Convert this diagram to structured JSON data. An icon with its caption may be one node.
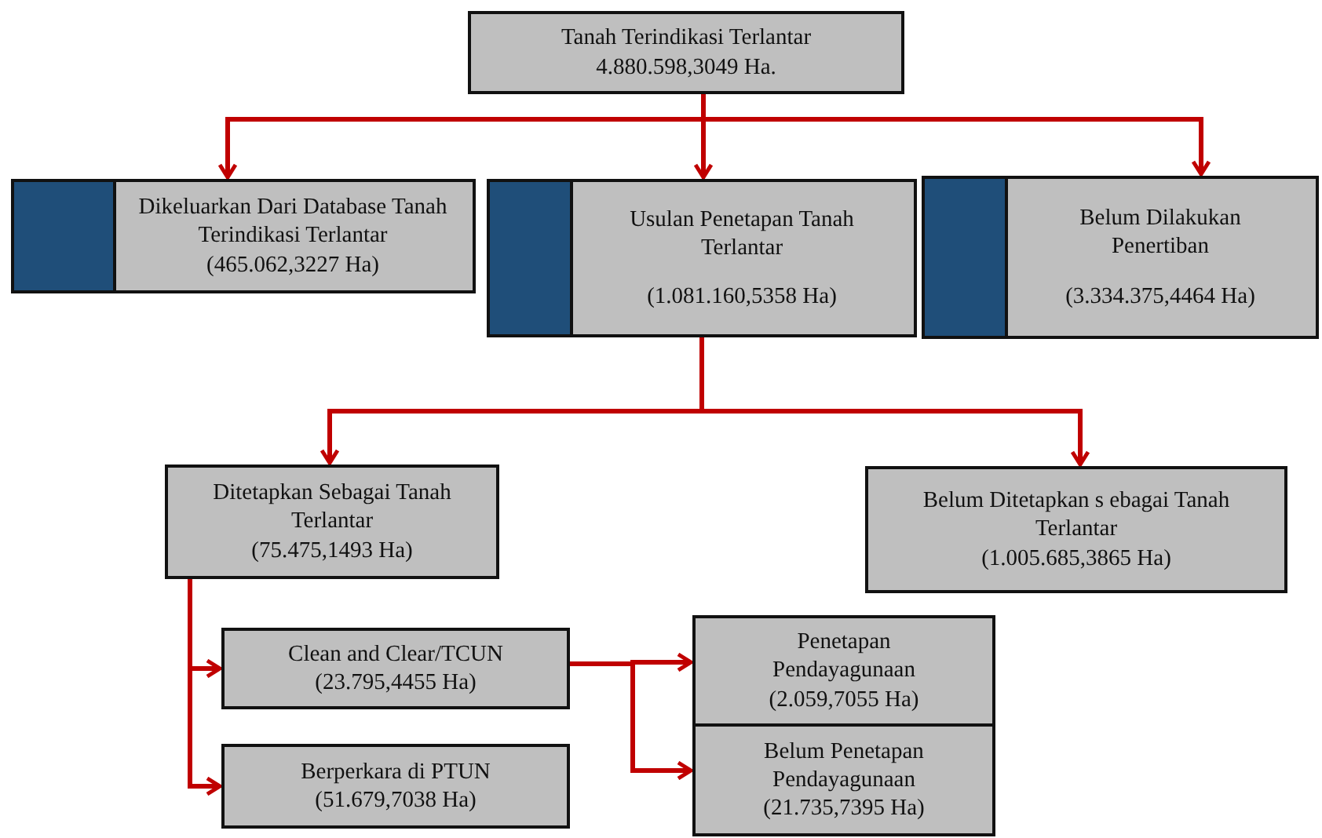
{
  "diagram": {
    "nodes": [
      {
        "text": [
          "Tanah Terindikasi Terlantar",
          "4.880.598,3049 Ha."
        ]
      },
      {
        "text": [
          "Dikeluarkan Dari Database Tanah Terindikasi Terlantar",
          "(465.062,3227 Ha)"
        ]
      },
      {
        "text": [
          "Usulan Penetapan Tanah Terlantar",
          "(1.081.160,5358 Ha)"
        ]
      },
      {
        "text": [
          "Belum Dilakukan Penertiban",
          "(3.334.375,4464 Ha)"
        ]
      },
      {
        "text": [
          "Ditetapkan Sebagai Tanah Terlantar",
          "(75.475,1493 Ha)"
        ]
      },
      {
        "text": [
          "Belum Ditetapkan s ebagai Tanah Terlantar",
          "(1.005.685,3865 Ha)"
        ]
      },
      {
        "text": [
          "Clean and Clear/TCUN",
          "(23.795,4455 Ha)"
        ]
      },
      {
        "text": [
          "Berperkara di PTUN",
          "(51.679,7038 Ha)"
        ]
      },
      {
        "text": [
          "Penetapan Pendayagunaan",
          "(2.059,7055 Ha)"
        ]
      },
      {
        "text": [
          "Belum Penetapan Pendayagunaan",
          "(21.735,7395 Ha)"
        ]
      }
    ],
    "edges": [
      {
        "from": 0,
        "to": 1,
        "arrow": "to"
      },
      {
        "from": 0,
        "to": 2,
        "arrow": "to"
      },
      {
        "from": 0,
        "to": 3,
        "arrow": "to"
      },
      {
        "from": 2,
        "to": 4,
        "arrow": "to"
      },
      {
        "from": 2,
        "to": 5,
        "arrow": "to"
      },
      {
        "from": 4,
        "to": 6,
        "arrow": "to"
      },
      {
        "from": 4,
        "to": 7,
        "arrow": "to"
      },
      {
        "from": 6,
        "to": 8,
        "arrow": "to"
      },
      {
        "from": 6,
        "to": 9,
        "arrow": "to"
      }
    ]
  }
}
